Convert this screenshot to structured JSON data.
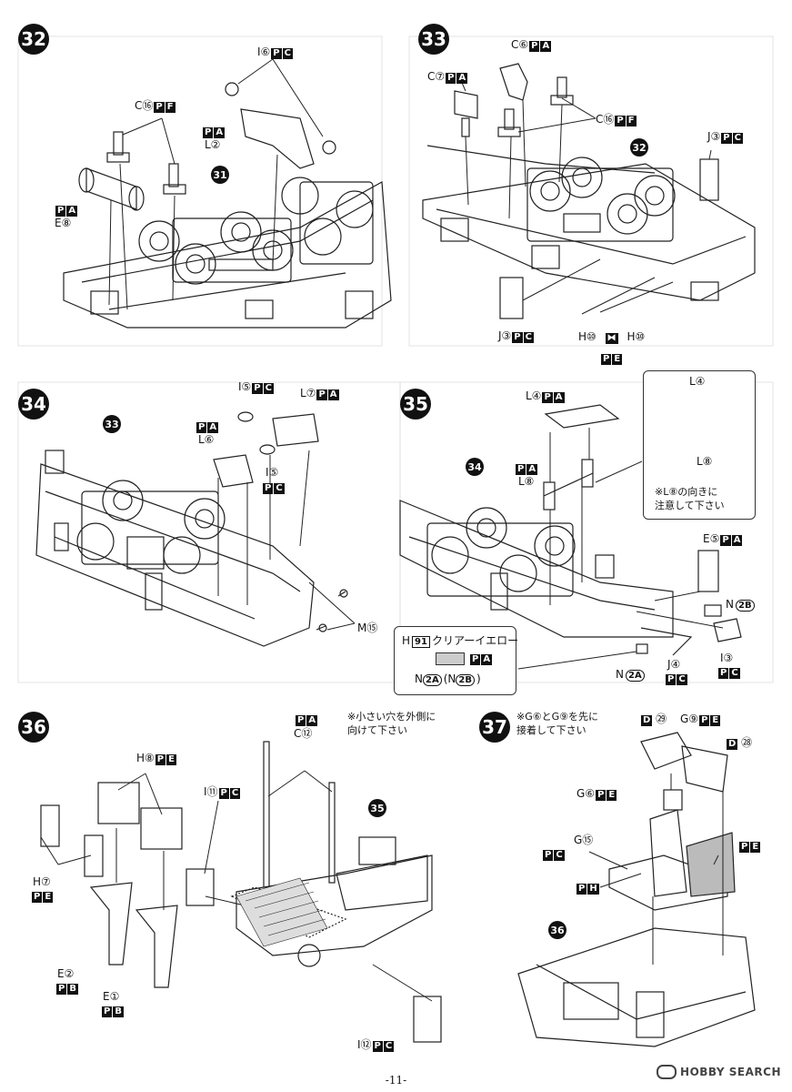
{
  "page_number": "-11-",
  "watermark": "HOBBY SEARCH",
  "steps": {
    "s32": {
      "number": "32",
      "ref": "31",
      "labels": {
        "i6": "I⑥",
        "i6_p": "P",
        "i6_c": "C",
        "pa_l2": "P",
        "pa_l2_a": "A",
        "l2": "L②",
        "c16": "C⑯",
        "c16_p": "P",
        "c16_f": "F",
        "pa_e8": "P",
        "pa_e8_a": "A",
        "e8": "E⑧"
      }
    },
    "s33": {
      "number": "33",
      "ref": "32",
      "labels": {
        "c6": "C⑥",
        "c6_p": "P",
        "c6_a": "A",
        "c7": "C⑦",
        "c7_p": "P",
        "c7_a": "A",
        "c16": "C⑯",
        "c16_p": "P",
        "c16_f": "F",
        "j3_top": "J③",
        "j3_top_p": "P",
        "j3_top_c": "C",
        "j3_bot": "J③",
        "j3_bot_p": "P",
        "j3_bot_c": "C",
        "h10a": "H⑩",
        "h10b": "H⑩",
        "pe_p": "P",
        "pe_e": "E"
      }
    },
    "s34": {
      "number": "34",
      "ref": "33",
      "labels": {
        "i5a": "I⑤",
        "i5a_p": "P",
        "i5a_c": "C",
        "l7": "L⑦",
        "l7_p": "P",
        "l7_a": "A",
        "pa_l6_p": "P",
        "pa_l6_a": "A",
        "l6": "L⑥",
        "i5b": "I⑤",
        "i5b_p": "P",
        "i5b_c": "C",
        "m15": "M⑮"
      }
    },
    "s35": {
      "number": "35",
      "ref": "34",
      "labels": {
        "l4": "L④",
        "l4_p": "P",
        "l4_a": "A",
        "pa_l8_p": "P",
        "pa_l8_a": "A",
        "l8": "L⑧",
        "callout_l4": "L④",
        "callout_l8": "L⑧",
        "callout_note": "※L⑧の向きに\n注意して下さい",
        "e5": "E⑤",
        "e5_p": "P",
        "e5_a": "A",
        "n2b": "N",
        "n2b_num": "2B",
        "j4": "J④",
        "j4_p": "P",
        "j4_c": "C",
        "i3": "I③",
        "i3_p": "P",
        "i3_c": "C",
        "n2a": "N",
        "n2a_num": "2A",
        "paint_code_h": "H",
        "paint_code_num": "91",
        "paint_name": "クリアーイエロー",
        "paint_pa_p": "P",
        "paint_pa_a": "A",
        "paint_parts": "N",
        "paint_parts_a": "2A",
        "paint_parts_b": "(N",
        "paint_parts_b2": "2B",
        "paint_parts_close": ")"
      }
    },
    "s36": {
      "number": "36",
      "ref": "35",
      "labels": {
        "pa_c12_p": "P",
        "pa_c12_a": "A",
        "c12": "C⑫",
        "note": "※小さい穴を外側に\n向けて下さい",
        "h8": "H⑧",
        "h8_p": "P",
        "h8_e": "E",
        "i11": "I⑪",
        "i11_p": "P",
        "i11_c": "C",
        "h7": "H⑦",
        "h7_p": "P",
        "h7_e": "E",
        "e2": "E②",
        "e2_p": "P",
        "e2_b": "B",
        "e1": "E①",
        "e1_p": "P",
        "e1_b": "B",
        "i12": "I⑫",
        "i12_p": "P",
        "i12_c": "C"
      }
    },
    "s37": {
      "number": "37",
      "ref": "36",
      "labels": {
        "note": "※G⑥とG⑨を先に\n接着して下さい",
        "d29_d": "D",
        "d29": "㉙",
        "g9": "G⑨",
        "g9_p": "P",
        "g9_e": "E",
        "d28_d": "D",
        "d28": "㉘",
        "g6": "G⑥",
        "g6_p": "P",
        "g6_e": "E",
        "pc_p": "P",
        "pc_c": "C",
        "g15": "G⑮",
        "pe_p": "P",
        "pe_e": "E",
        "ph_p": "P",
        "ph_h": "H"
      }
    }
  }
}
